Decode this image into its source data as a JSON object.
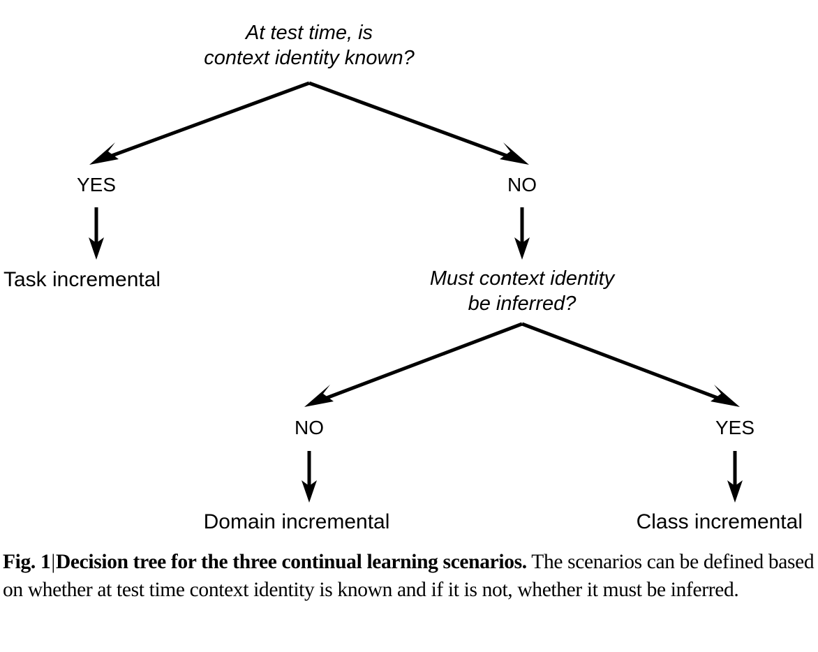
{
  "figure": {
    "domain": "Diagram",
    "background_color": "#ffffff",
    "line_color": "#000000",
    "text_color": "#000000"
  },
  "tree": {
    "root_question": {
      "line1": "At test time, is",
      "line2": "context identity known?"
    },
    "level1": {
      "left_label": "YES",
      "right_label": "NO"
    },
    "left_leaf": "Task incremental",
    "second_question": {
      "line1": "Must context identity",
      "line2": "be inferred?"
    },
    "level2": {
      "left_label": "NO",
      "right_label": "YES"
    },
    "bottom_left_leaf": "Domain incremental",
    "bottom_right_leaf": "Class incremental"
  },
  "caption": {
    "label": "Fig. 1",
    "separator": "|",
    "title": "Decision tree for the three continual learning scenarios.",
    "body": "The scenarios can be defined based on whether at test time context identity is known and if it is not, whether it must be inferred."
  }
}
